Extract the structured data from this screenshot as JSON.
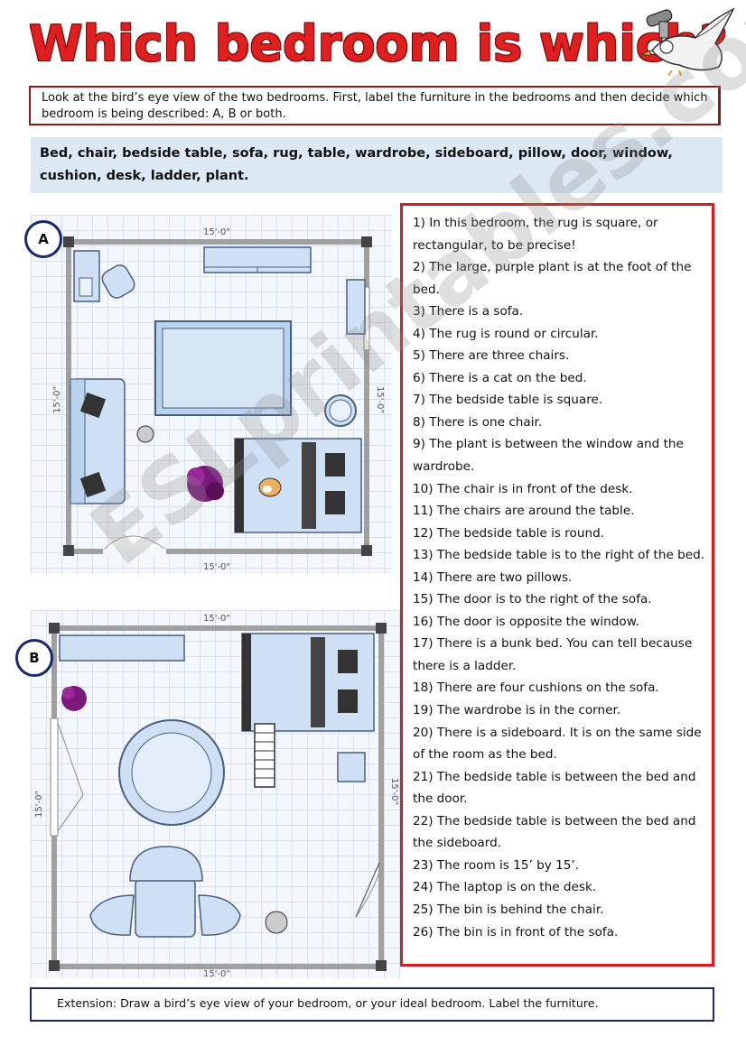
{
  "title": "Which bedroom is which?",
  "intro": "Look at the bird’s eye view of the two bedrooms. First, label the furniture in the bedrooms and then decide which bedroom is being described: A, B or both.",
  "word_bank": "Bed, chair, bedside table, sofa, rug, table, wardrobe, sideboard, pillow, door, window, cushion, desk, ladder, plant.",
  "bedroom_a": {
    "label": "A",
    "dim_top": "15'-0\"",
    "dim_bottom": "15'-0\"",
    "dim_left": "15'-0\"",
    "dim_right": "15'-0\""
  },
  "bedroom_b": {
    "label": "B",
    "dim_top": "15'-0\"",
    "dim_bottom": "15'-0\"",
    "dim_left": "15'-0\"",
    "dim_right": "15'-0\""
  },
  "sentences": [
    "1) In this bedroom, the rug is square, or rectangular, to be precise!",
    "2) The large, purple plant is at the foot of the bed.",
    "3) There is a sofa.",
    "4) The rug is round or circular.",
    "5) There are three chairs.",
    "6) There is a cat on the bed.",
    "7) The bedside table is square.",
    "8) There is one chair.",
    "9) The plant is between the window and the wardrobe.",
    "10) The chair is in front of the desk.",
    "11) The chairs are around the table.",
    "12) The bedside table is round.",
    "13) The bedside table is to the right of the bed.",
    "14) There are two pillows.",
    "15) The door is to the right of the sofa.",
    "16) The door is opposite the window.",
    "17) There is a bunk bed. You can tell because there is a ladder.",
    "18) There are four cushions on the sofa.",
    "19) The wardrobe is in the corner.",
    "20) There is a sideboard. It is on the same side of the room as the bed.",
    "21) The bedside table is between the bed and the door.",
    "22) The bedside table is between the bed and the sideboard.",
    "23) The room is 15’ by 15’.",
    "24) The laptop is on the desk.",
    "25) The bin is behind the chair.",
    "26) The bin is in front of the sofa."
  ],
  "extension": "Extension: Draw a bird’s eye view of your bedroom, or your ideal bedroom. Label the furniture.",
  "watermark": "ESLprintables.com",
  "colors": {
    "title": "#e02020",
    "frame": "#d81c24",
    "word_bank_bg": "#dde8f5",
    "furniture": "#cfe0f5"
  }
}
